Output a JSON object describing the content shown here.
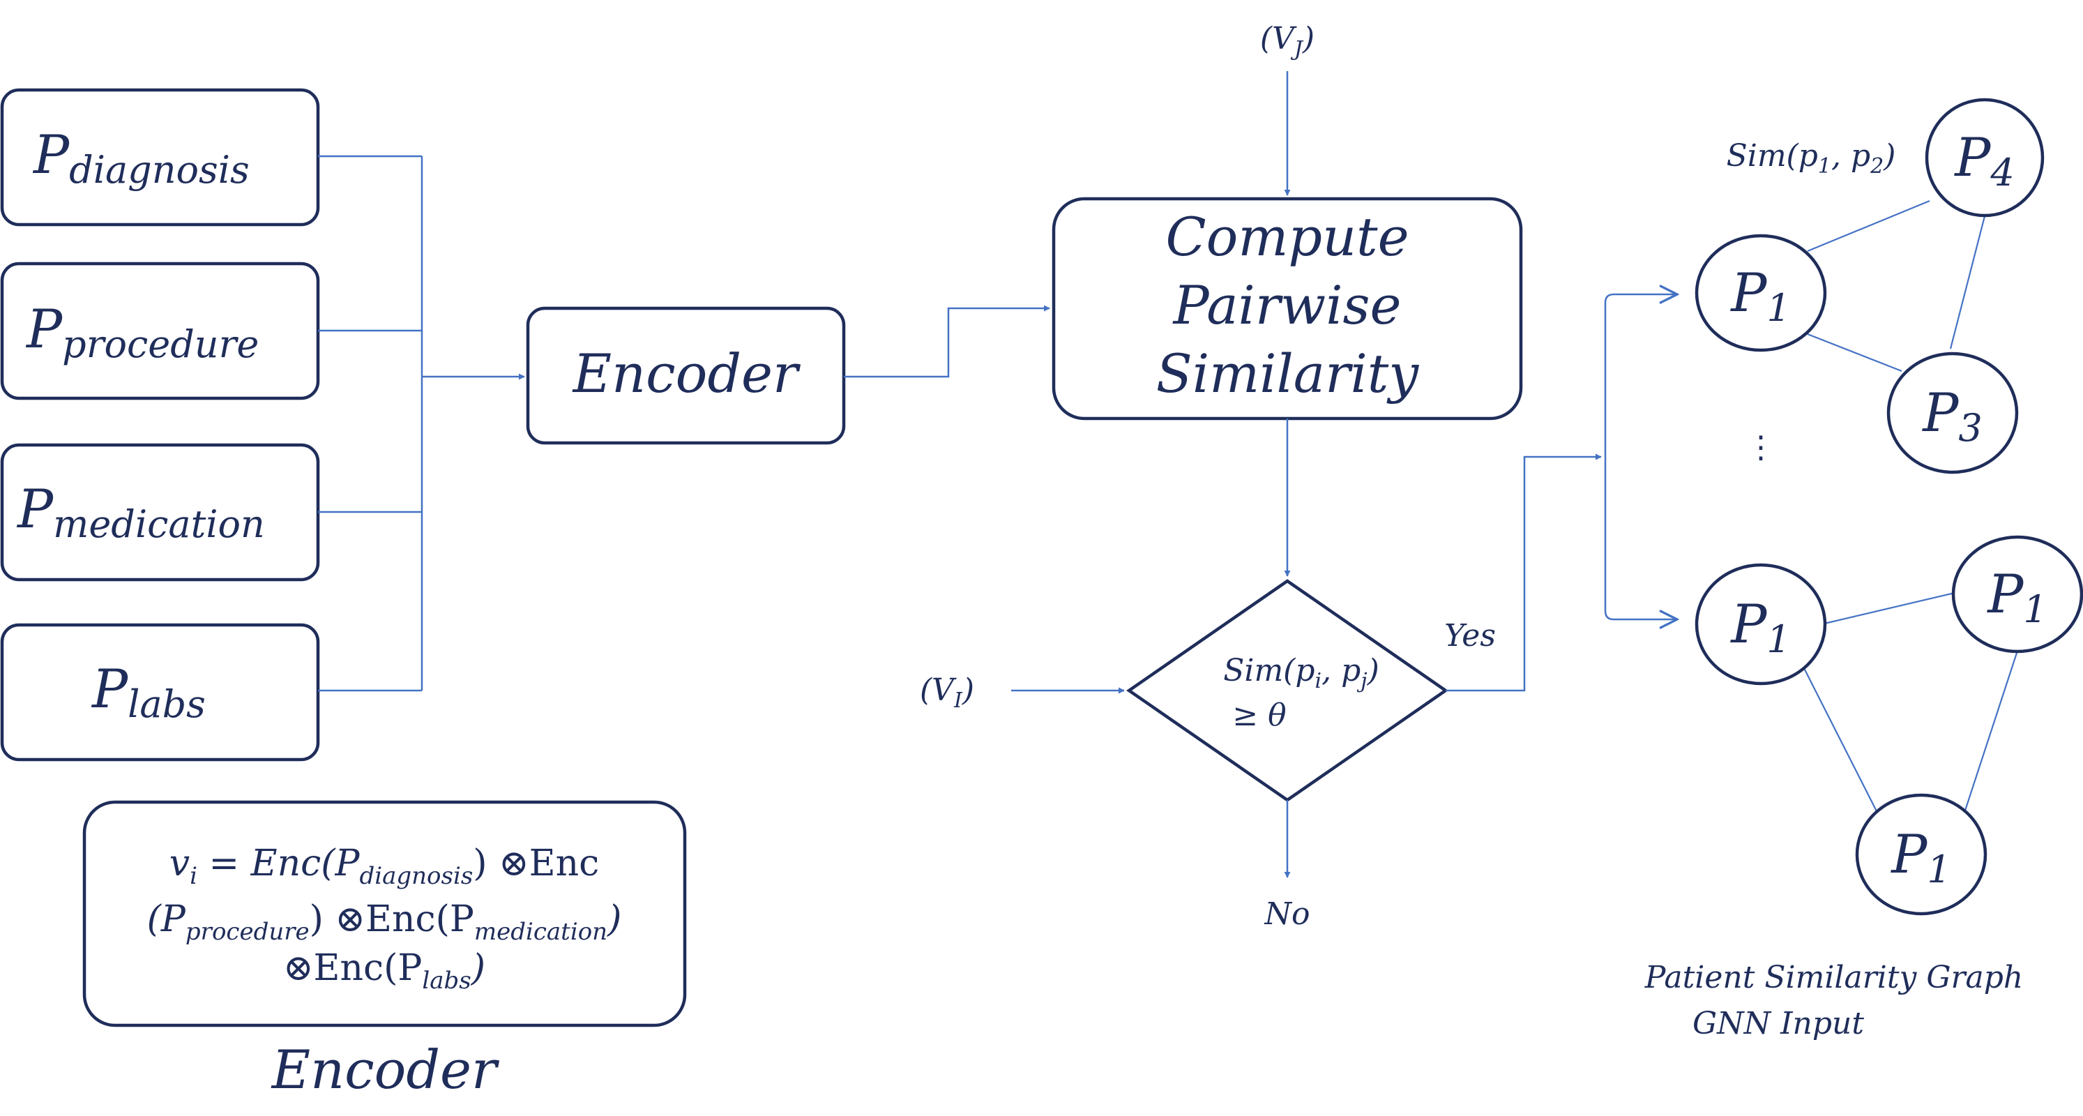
{
  "inputs": [
    {
      "base": "P",
      "sub": "diagnosis"
    },
    {
      "base": "P",
      "sub": "procedure"
    },
    {
      "base": "P",
      "sub": "medication"
    },
    {
      "base": "P",
      "sub": "labs"
    }
  ],
  "encoder_label": "Encoder",
  "compute_label": [
    "Compute",
    "Pairwise",
    "Similarity"
  ],
  "vj_label": {
    "base": "(V",
    "sub": "J",
    "close": ")"
  },
  "vi_label": {
    "base": "(V",
    "sub": "I",
    "close": ")"
  },
  "decision": {
    "sim_prefix": "Sim(p",
    "sub_i": "i",
    "comma": ", p",
    "sub_j": "j",
    "close": ")",
    "threshold": "≥  θ"
  },
  "yes_label": "Yes",
  "no_label": "No",
  "sim_edge_label": {
    "prefix": "Sim(p",
    "sub1": "1",
    "mid": ", p",
    "sub2": "2",
    "close": ")"
  },
  "graph1_nodes": [
    {
      "base": "P",
      "sub": "4"
    },
    {
      "base": "P",
      "sub": "1"
    },
    {
      "base": "P",
      "sub": "3"
    }
  ],
  "ellipsis": "⋮",
  "graph2_nodes": [
    {
      "base": "P",
      "sub": "1"
    },
    {
      "base": "P",
      "sub": "1"
    },
    {
      "base": "P",
      "sub": "1"
    }
  ],
  "graph_caption": [
    "Patient Similarity Graph",
    "GNN Input"
  ],
  "formula": {
    "line1": {
      "v": "v",
      "v_sub": "i",
      "eq": " = Enc(P",
      "diag_sub": "diagnosis",
      "close_op": ") ⊗Enc"
    },
    "line2": {
      "open": "(P",
      "proc_sub": "procedure",
      "mid": ") ⊗Enc(P",
      "med_sub": "medication",
      "close": ")"
    },
    "line3": {
      "open": "⊗Enc(P",
      "labs_sub": "labs",
      "close": ")"
    }
  },
  "formula_caption": "Encoder"
}
